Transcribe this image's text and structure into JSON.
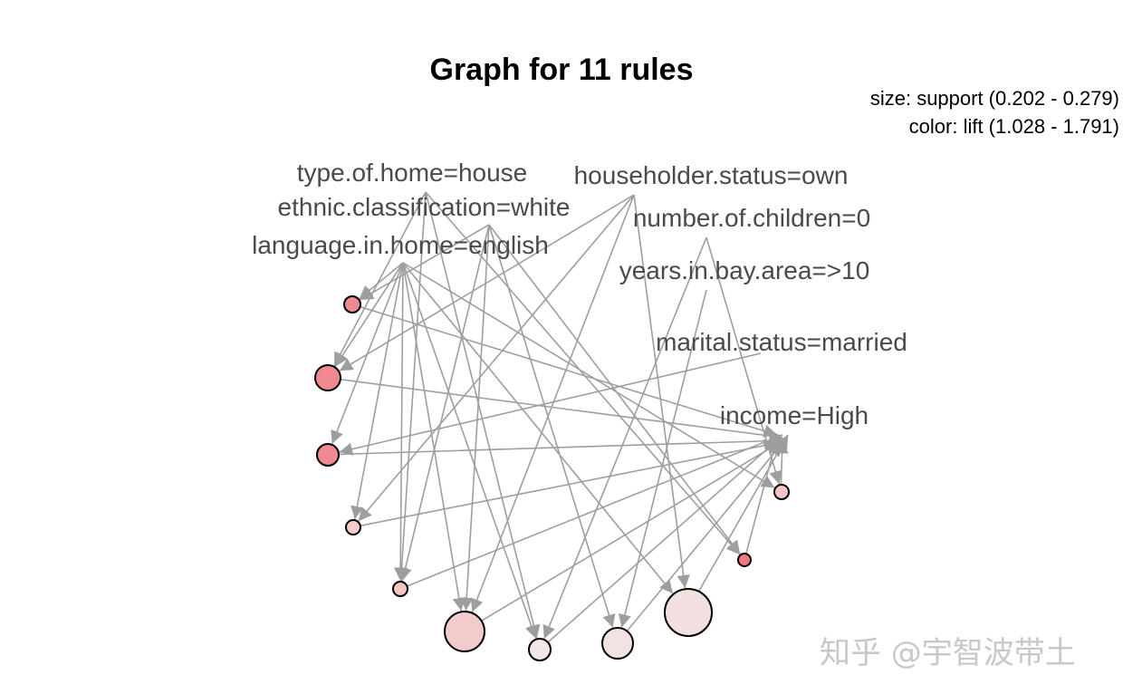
{
  "title": "Graph for 11 rules",
  "legend": {
    "size": "size: support (0.202 - 0.279)",
    "color": "color: lift (1.028 - 1.791)"
  },
  "items": [
    "type.of.home=house",
    "householder.status=own",
    "ethnic.classification=white",
    "number.of.children=0",
    "language.in.home=english",
    "years.in.bay.area=>10",
    "marital.status=married",
    "income=High"
  ],
  "colors": {
    "edge": "#9e9e9e",
    "high_lift": "#f08a90",
    "low_lift": "#f2e6e6",
    "label": "#4a4a4a"
  },
  "watermark": "知乎 @宇智波带土"
}
